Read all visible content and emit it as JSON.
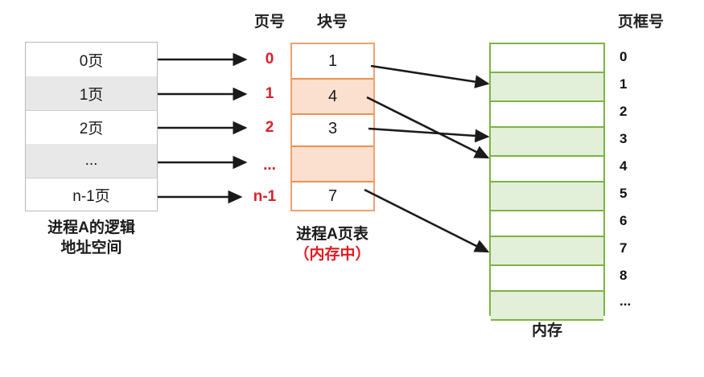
{
  "diagram": {
    "title_headers": {
      "page_number": "页号",
      "block_number": "块号",
      "frame_number": "页框号"
    },
    "logical_space": {
      "caption_line1": "进程A的逻辑",
      "caption_line2": "地址空间",
      "rows": [
        {
          "label": "0页",
          "shaded": false
        },
        {
          "label": "1页",
          "shaded": true
        },
        {
          "label": "2页",
          "shaded": false
        },
        {
          "label": "...",
          "shaded": true
        },
        {
          "label": "n-1页",
          "shaded": false
        }
      ]
    },
    "page_table": {
      "caption_line1": "进程A页表",
      "caption_line2": "（内存中）",
      "page_numbers": [
        "0",
        "1",
        "2",
        "...",
        "n-1"
      ],
      "block_numbers": [
        {
          "value": "1",
          "highlighted": false
        },
        {
          "value": "4",
          "highlighted": true
        },
        {
          "value": "3",
          "highlighted": false
        },
        {
          "value": "",
          "highlighted": true
        },
        {
          "value": "7",
          "highlighted": false
        }
      ]
    },
    "memory": {
      "caption": "内存",
      "frame_labels": [
        "0",
        "1",
        "2",
        "3",
        "4",
        "5",
        "6",
        "7",
        "8",
        "..."
      ],
      "frames": [
        {
          "index": "0",
          "occupied": false
        },
        {
          "index": "1",
          "occupied": true
        },
        {
          "index": "2",
          "occupied": false
        },
        {
          "index": "3",
          "occupied": true
        },
        {
          "index": "4",
          "occupied": false
        },
        {
          "index": "5",
          "occupied": true
        },
        {
          "index": "6",
          "occupied": false
        },
        {
          "index": "7",
          "occupied": true
        },
        {
          "index": "8",
          "occupied": false
        },
        {
          "index": "...",
          "occupied": true
        }
      ]
    },
    "mappings": [
      {
        "from_page": "0",
        "to_frame": "1"
      },
      {
        "from_page": "1",
        "to_frame": "4"
      },
      {
        "from_page": "2",
        "to_frame": "3"
      },
      {
        "from_page": "n-1",
        "to_frame": "7"
      }
    ],
    "colors": {
      "page_table_border": "#f0a070",
      "page_table_fill": "#fbe0cf",
      "memory_border": "#7cb342",
      "memory_fill": "#e2efd9",
      "accent_red": "#d8202a",
      "logic_shade": "#e8e8e8",
      "arrow": "#1a1a1a"
    }
  }
}
